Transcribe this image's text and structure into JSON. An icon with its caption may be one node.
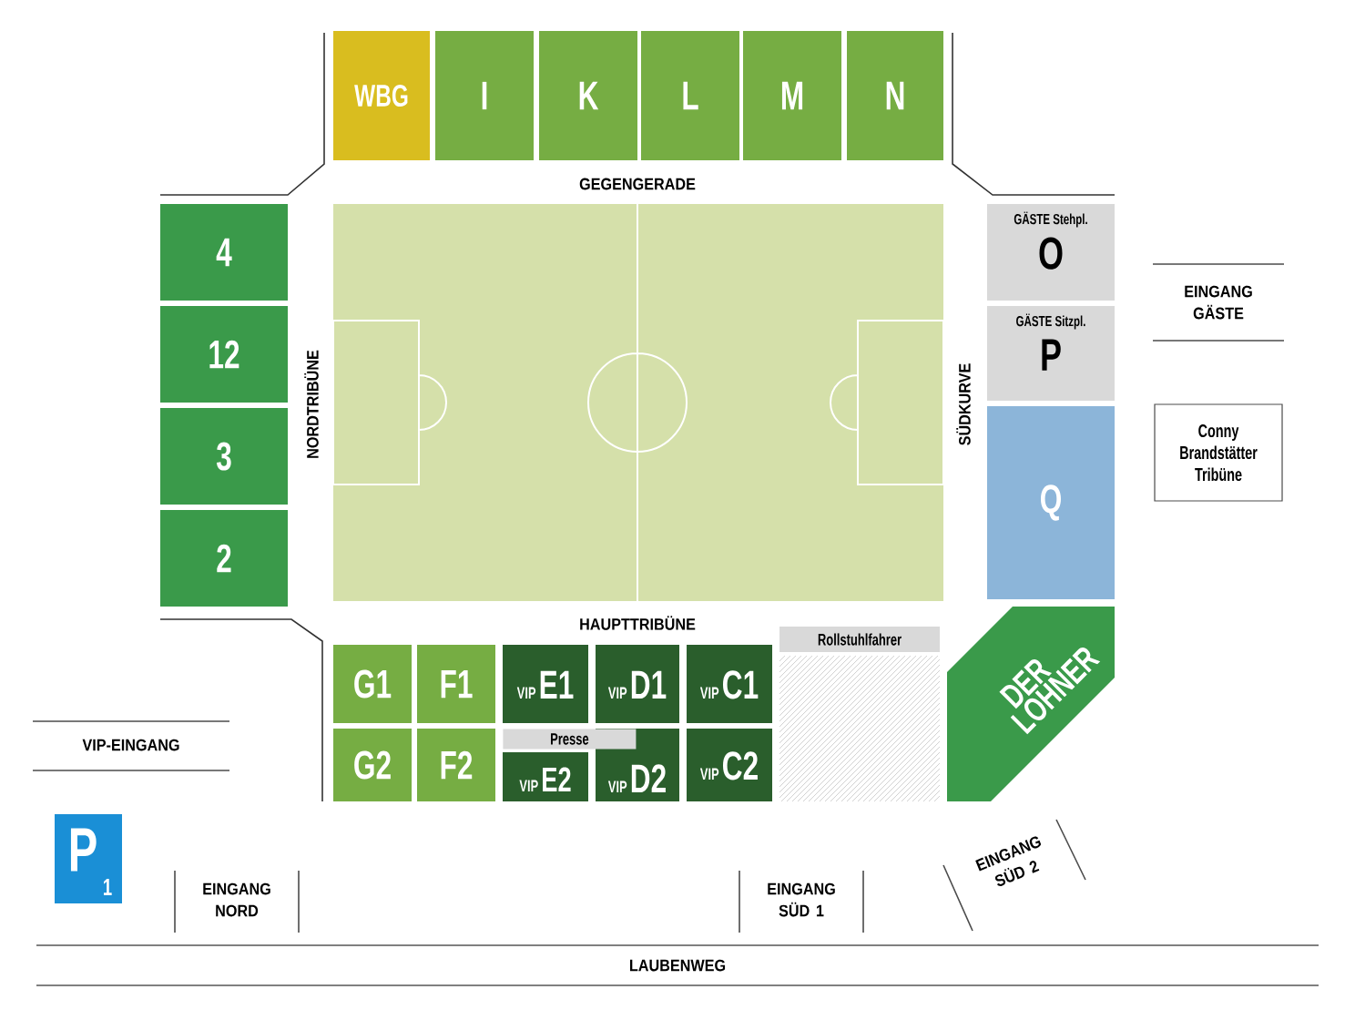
{
  "diagram": {
    "nodes": [
      {
        "text": [
          "WBG"
        ]
      },
      {
        "text": [
          "I"
        ]
      },
      {
        "text": [
          "K"
        ]
      },
      {
        "text": [
          "L"
        ]
      },
      {
        "text": [
          "M"
        ]
      },
      {
        "text": [
          "N"
        ]
      },
      {
        "text": [
          "4"
        ]
      },
      {
        "text": [
          "12"
        ]
      },
      {
        "text": [
          "3"
        ]
      },
      {
        "text": [
          "2"
        ]
      },
      {
        "text": [
          "GÄSTE Stehpl.",
          "O"
        ]
      },
      {
        "text": [
          "GÄSTE Sitzpl.",
          "P"
        ]
      },
      {
        "text": [
          "Q"
        ]
      },
      {
        "text": [
          "DER LOHNER"
        ]
      },
      {
        "text": [
          "Rollstuhlfahrer"
        ]
      },
      {
        "text": [
          "G1"
        ]
      },
      {
        "text": [
          "F1"
        ]
      },
      {
        "text": [
          "VIP",
          "E1"
        ]
      },
      {
        "text": [
          "VIP",
          "D1"
        ]
      },
      {
        "text": [
          "VIP",
          "C1"
        ]
      },
      {
        "text": [
          "G2"
        ]
      },
      {
        "text": [
          "F2"
        ]
      },
      {
        "text": [
          "Presse"
        ]
      },
      {
        "text": [
          "VIP",
          "E2"
        ]
      },
      {
        "text": [
          "VIP",
          "D2"
        ]
      },
      {
        "text": [
          "VIP",
          "C2"
        ]
      },
      {
        "text": [
          "Conny Brandstätter Tribüne"
        ]
      },
      {
        "text": [
          "P",
          "1"
        ]
      }
    ],
    "labels": [
      "GEGENGERADE",
      "NORDTRIBÜNE",
      "SÜDKURVE",
      "EINGANG GÄSTE",
      "HAUPTTRIBÜNE",
      "VIP-EINGANG",
      "EINGANG NORD",
      "EINGANG SÜD 1",
      "EINGANG SÜD 2",
      "LAUBENWEG"
    ]
  }
}
